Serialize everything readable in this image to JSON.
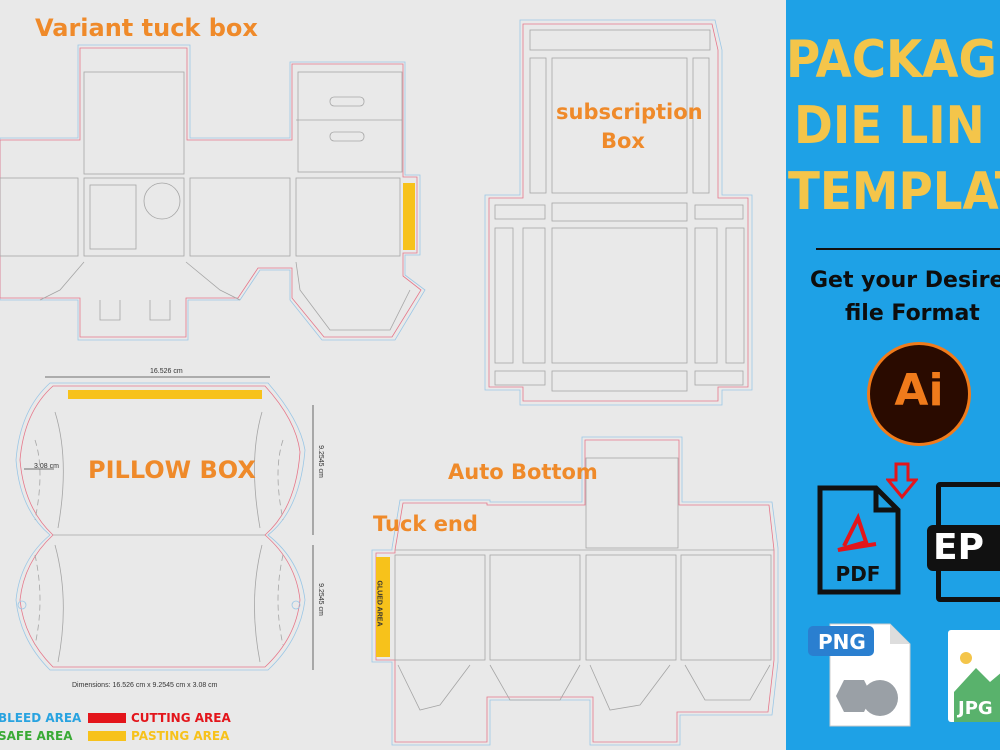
{
  "labels": {
    "variant": "Variant tuck box",
    "subscription_l1": "subscription",
    "subscription_l2": "Box",
    "pillow": "PILLOW BOX",
    "auto_bottom": "Auto Bottom",
    "tuck_end": "Tuck end"
  },
  "pillow_dims": {
    "width": "16.526 cm",
    "height_upper": "9.2545 cm",
    "height_lower": "9.2545 cm",
    "side": "3.08 cm",
    "summary": "Dimensions: 16.526 cm  x 9.2545 cm x 3.08 cm"
  },
  "glued_area": "GLUED AREA",
  "legend": [
    {
      "text": "BLEED AREA",
      "color": "#29a3e0"
    },
    {
      "text": "SAFE AREA",
      "color": "#3aaa35"
    },
    {
      "text": "CUTTING AREA",
      "color": "#e3151b"
    },
    {
      "text": "PASTING AREA",
      "color": "#f7c21b"
    }
  ],
  "panel": {
    "title_l1": "PACKAGIN",
    "title_l2": "DIE LIN",
    "title_l3": "TEMPLAT",
    "subtitle_l1": "Get your Desire",
    "subtitle_l2": "file Format",
    "ai": "Ai",
    "pdf": "PDF",
    "eps": "EP",
    "png": "PNG",
    "jpg": "JPG"
  },
  "colors": {
    "bleed": "#29a3e0",
    "cut": "#e3151b",
    "fold": "#3aaa35",
    "paste": "#f7c21b",
    "title": "#f4c54a",
    "panel": "#1ea1e6"
  }
}
